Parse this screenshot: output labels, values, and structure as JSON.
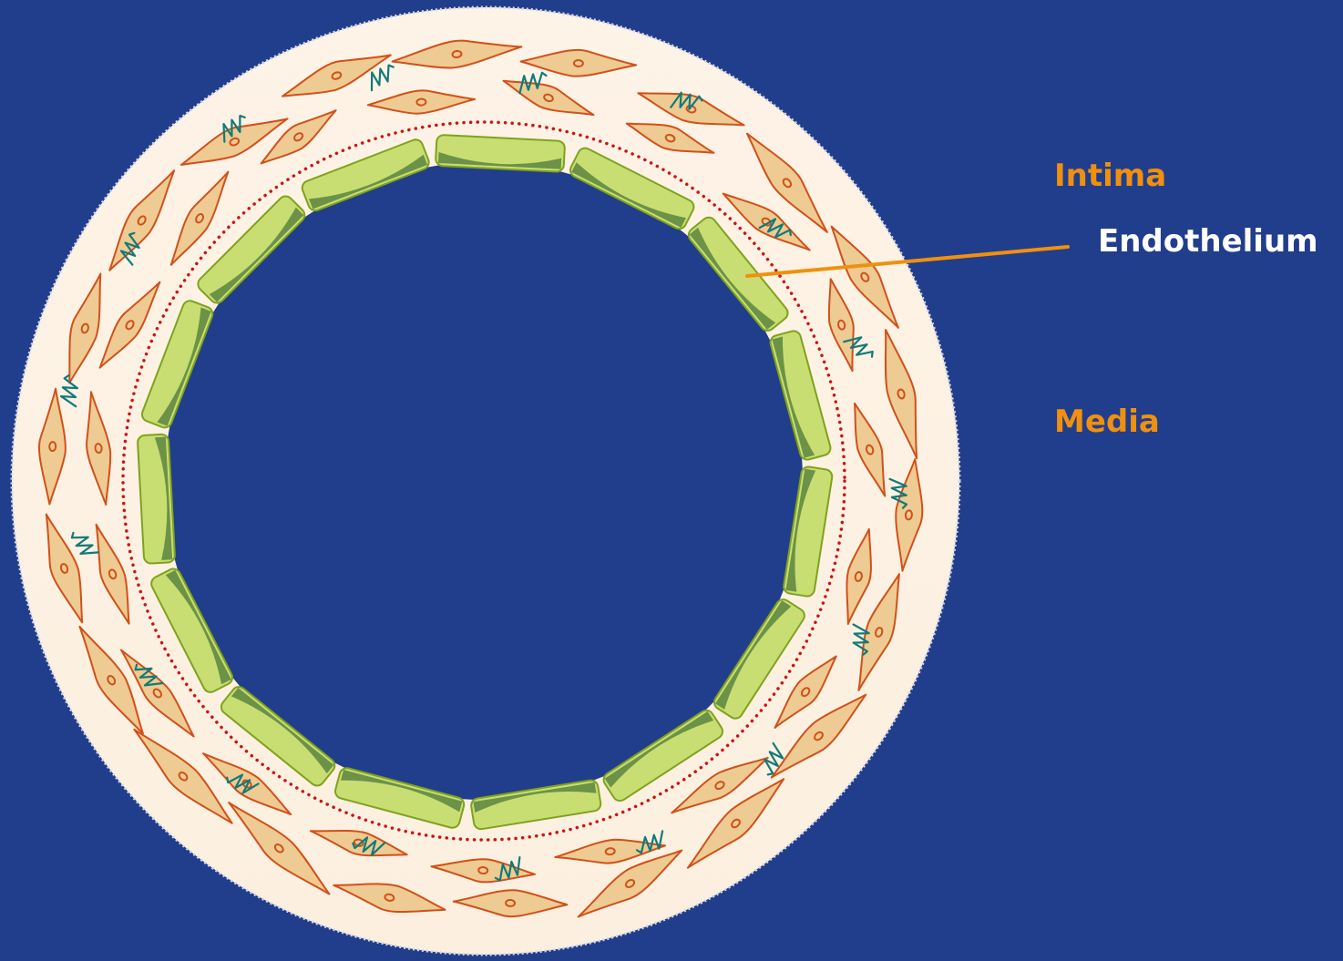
{
  "labels": {
    "intima": "Intima",
    "endothelium": "Endothelium",
    "media": "Media"
  },
  "colors": {
    "background": "#213e8c",
    "vessel_wall_fill": "#fdf2e4",
    "vessel_wall_outline": "#d9dbe6",
    "endothelial_cell_light": "#c9de72",
    "endothelial_cell_dark": "#5b8540",
    "endothelial_cell_outline": "#7fa21e",
    "internal_elastic_lamina": "#cc1414",
    "smooth_muscle_fill": "#edcb92",
    "smooth_muscle_outline": "#d2501a",
    "elastic_fiber": "#127a78",
    "label_accent": "#f0900f",
    "label_plain": "#ffffff",
    "pointer_line": "#f0900f"
  },
  "icons": {
    "endothelial_cell": "endothelial-cell-icon",
    "smooth_muscle_cell": "smooth-muscle-cell-icon",
    "elastic_fiber": "elastic-fiber-icon"
  }
}
